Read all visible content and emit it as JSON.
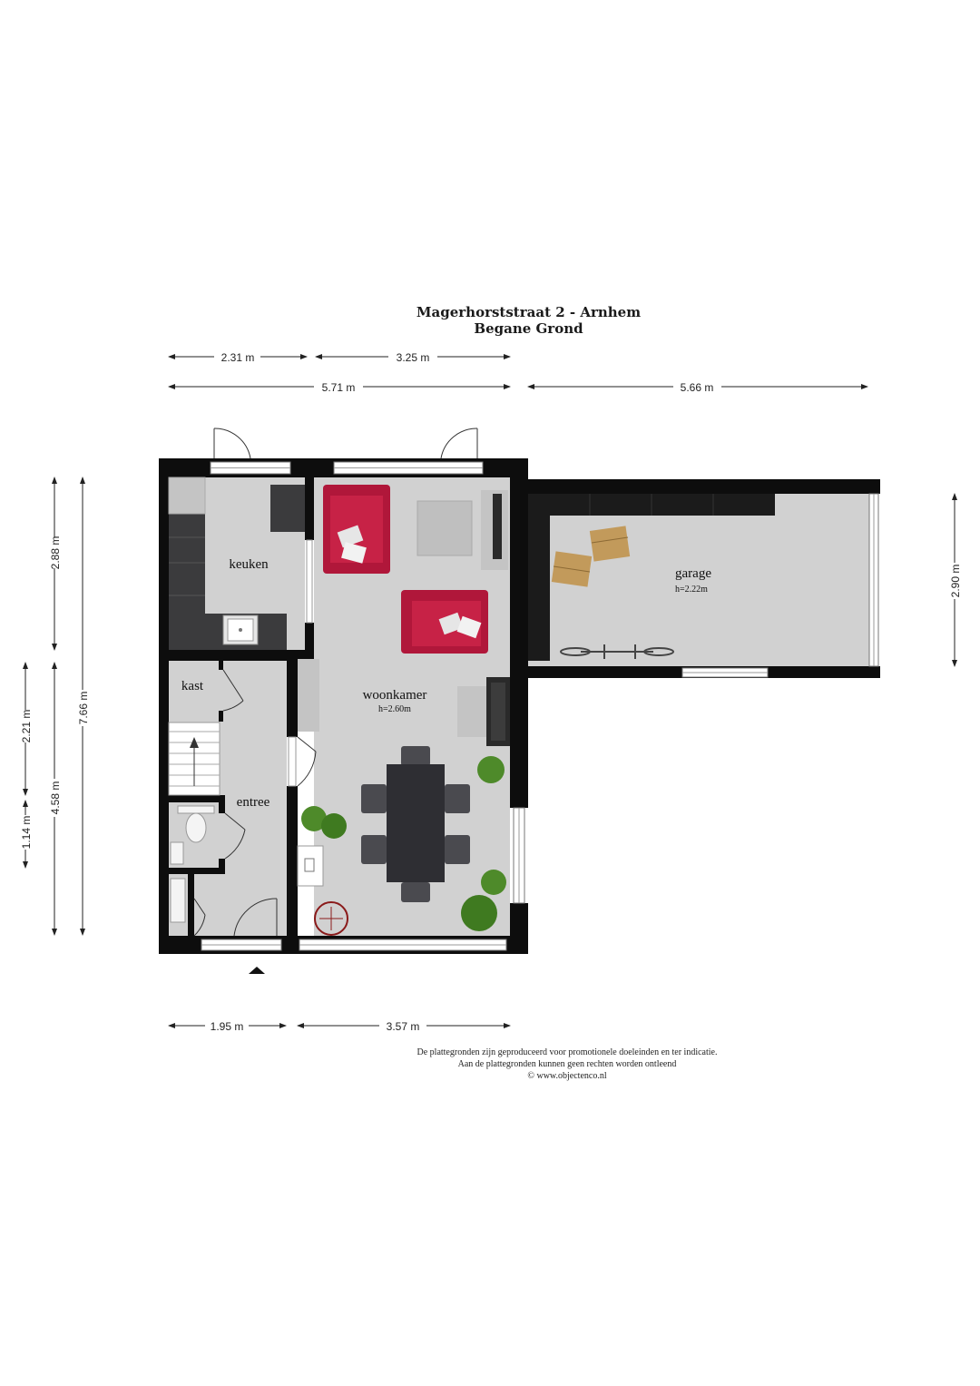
{
  "header": {
    "title": "Magerhorststraat 2 - Arnhem",
    "subtitle": "Begane Grond"
  },
  "dimensions": {
    "top_inner_left": "2.31 m",
    "top_inner_right": "3.25 m",
    "top_total_house": "5.71 m",
    "top_garage": "5.66 m",
    "left_keuken": "2.88 m",
    "left_kast": "2.21 m",
    "left_toilet": "1.14 m",
    "left_entree": "4.58 m",
    "left_total": "7.66 m",
    "right_garage": "2.90 m",
    "bottom_left": "1.95 m",
    "bottom_right": "3.57 m"
  },
  "rooms": {
    "keuken": "keuken",
    "kast": "kast",
    "entree": "entree",
    "woonkamer": "woonkamer",
    "woonkamer_height": "h=2.60m",
    "garage": "garage",
    "garage_height": "h=2.22m"
  },
  "colors": {
    "wall": "#0d0d0d",
    "floor": "#d1d1d1",
    "sofa": "#b0173a",
    "counter": "#3b3b3d",
    "table": "#2e2e33",
    "plant": "#4e8a2a"
  },
  "disclaimer": {
    "line1": "De plattegronden zijn geproduceerd voor promotionele doeleinden en ter indicatie.",
    "line2": "Aan de plattegronden kunnen geen rechten worden ontleend",
    "line3": "© www.objectenco.nl"
  }
}
